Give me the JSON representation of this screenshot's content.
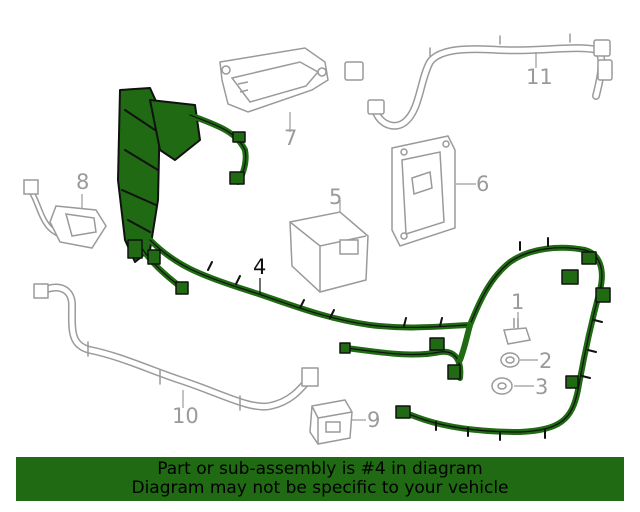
{
  "diagram": {
    "callouts": [
      "1",
      "2",
      "3",
      "4",
      "5",
      "6",
      "7",
      "8",
      "9",
      "10",
      "11"
    ],
    "highlighted_part": "4",
    "colors": {
      "highlight": "#1f6a12",
      "outline": "#9a9a9a",
      "ink": "#111111"
    }
  },
  "banner": {
    "line1": "Part or sub-assembly is #4 in diagram",
    "line2": "Diagram may not be specific to your vehicle"
  }
}
